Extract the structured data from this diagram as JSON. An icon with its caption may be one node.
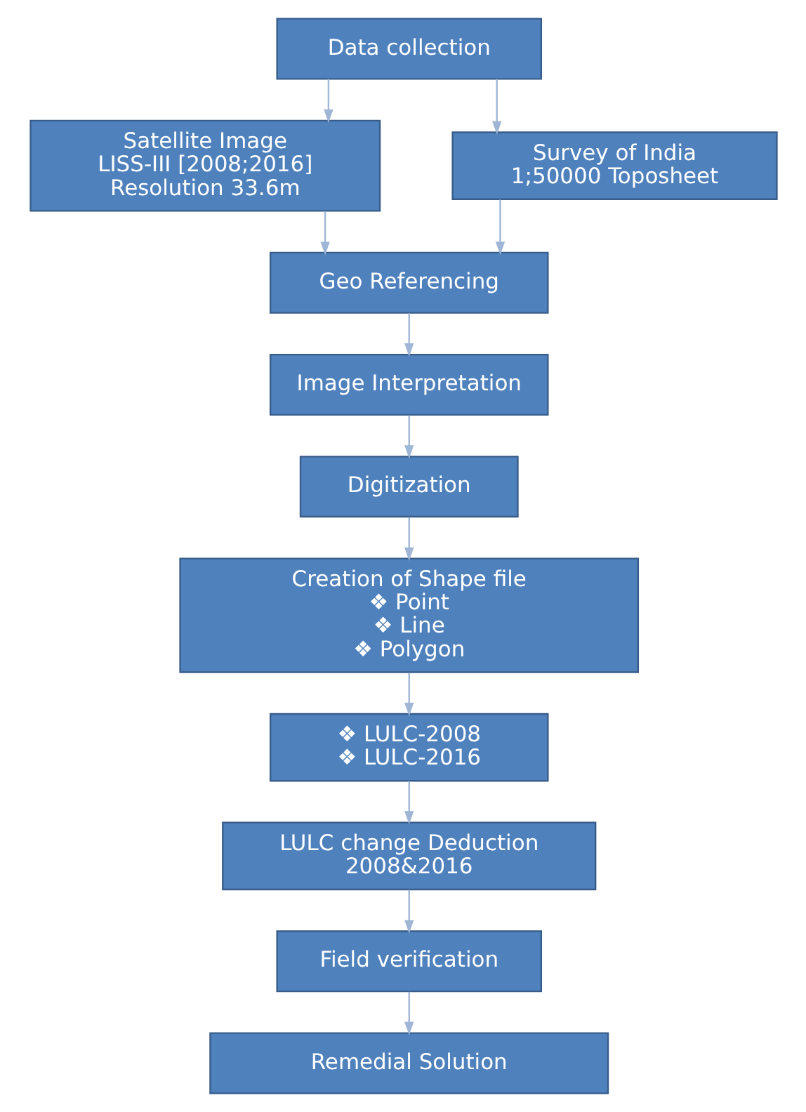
{
  "diagram": {
    "nodes": [
      {
        "text": [
          "Data collection"
        ]
      },
      {
        "text": [
          "Satellite Image LISS-III [2008;2016] Resolution 33.6m"
        ]
      },
      {
        "text": [
          "Survey of India 1;50000 Toposheet"
        ]
      },
      {
        "text": [
          "Geo Referencing"
        ]
      },
      {
        "text": [
          "Image Interpretation"
        ]
      },
      {
        "text": [
          "Digitization"
        ]
      },
      {
        "text": [
          "Creation of Shape file",
          "❖ Point",
          "❖ Line",
          "❖ Polygon"
        ]
      },
      {
        "text": [
          "❖ LULC-2008",
          "❖ LULC-2016"
        ]
      },
      {
        "text": [
          "LULC change Deduction 2008&2016"
        ]
      },
      {
        "text": [
          "Field verification"
        ]
      },
      {
        "text": [
          "Remedial Solution"
        ]
      }
    ],
    "edges": [
      {
        "from": 0,
        "to": 1,
        "arrow": "to"
      },
      {
        "from": 0,
        "to": 2,
        "arrow": "to"
      },
      {
        "from": 1,
        "to": 3,
        "arrow": "to"
      },
      {
        "from": 2,
        "to": 3,
        "arrow": "to"
      },
      {
        "from": 3,
        "to": 4,
        "arrow": "to"
      },
      {
        "from": 4,
        "to": 5,
        "arrow": "to"
      },
      {
        "from": 5,
        "to": 6,
        "arrow": "to"
      },
      {
        "from": 6,
        "to": 7,
        "arrow": "to"
      },
      {
        "from": 7,
        "to": 8,
        "arrow": "to"
      },
      {
        "from": 8,
        "to": 9,
        "arrow": "to"
      },
      {
        "from": 9,
        "to": 10,
        "arrow": "to"
      }
    ]
  }
}
